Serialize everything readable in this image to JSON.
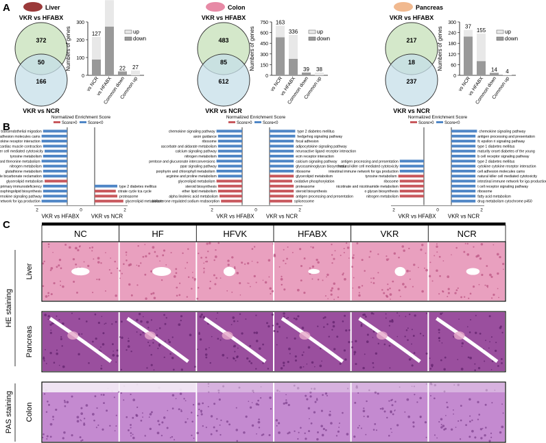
{
  "panels": {
    "a": "A",
    "b": "B",
    "c": "C"
  },
  "venn_groups": [
    {
      "organ": "Liver",
      "organ_icon": "liver-icon",
      "organ_color": "#9b3a3a",
      "label_top": "VKR vs HFABX",
      "label_bottom": "VKR vs NCR",
      "top_only": "372",
      "overlap": "50",
      "bottom_only": "166"
    },
    {
      "organ": "Colon",
      "organ_icon": "colon-icon",
      "organ_color": "#e78aa6",
      "label_top": "VKR vs HFABX",
      "label_bottom": "VKR vs NCR",
      "top_only": "483",
      "overlap": "85",
      "bottom_only": "612"
    },
    {
      "organ": "Pancreas",
      "organ_icon": "pancreas-icon",
      "organ_color": "#f1b98f",
      "label_top": "VKR vs HFABX",
      "label_bottom": "VKR vs NCR",
      "top_only": "217",
      "overlap": "18",
      "bottom_only": "237"
    }
  ],
  "chart_data": [
    {
      "type": "bar",
      "organ": "Liver",
      "ylabel": "Numbers of genes",
      "ylim": [
        0,
        300
      ],
      "yticks": [
        0,
        100,
        200,
        300
      ],
      "categories": [
        "vs NCR",
        "vs HFABX",
        "Common down",
        "Common up"
      ],
      "series": [
        {
          "name": "up",
          "color": "#e8e8e8",
          "values": [
            127,
            148,
            0,
            27
          ]
        },
        {
          "name": "down",
          "color": "#999999",
          "values": [
            89,
            274,
            22,
            0
          ]
        }
      ],
      "legend_position": "top-right"
    },
    {
      "type": "bar",
      "organ": "Colon",
      "ylabel": "Numbers of genes",
      "ylim": [
        0,
        750
      ],
      "yticks": [
        0,
        150,
        300,
        450,
        600,
        750
      ],
      "categories": [
        "vs NCR",
        "vs HFABX",
        "Common down",
        "Common up"
      ],
      "series": [
        {
          "name": "up",
          "color": "#e8e8e8",
          "values": [
            163,
            336,
            0,
            38
          ]
        },
        {
          "name": "down",
          "color": "#999999",
          "values": [
            534,
            232,
            39,
            0
          ]
        }
      ],
      "legend_position": "top-right"
    },
    {
      "type": "bar",
      "organ": "Pancreas",
      "ylabel": "Numbers of genes",
      "ylim": [
        0,
        300
      ],
      "yticks": [
        0,
        60,
        120,
        180,
        240,
        300
      ],
      "categories": [
        "vs NCR",
        "vs HFABX",
        "Common down",
        "Common up"
      ],
      "series": [
        {
          "name": "up",
          "color": "#e8e8e8",
          "values": [
            37,
            155,
            0,
            4
          ]
        },
        {
          "name": "down",
          "color": "#999999",
          "values": [
            218,
            80,
            14,
            0
          ]
        }
      ],
      "legend_position": "top-right"
    },
    {
      "type": "bar",
      "orientation": "horizontal",
      "organ": "Liver",
      "title": "Normalized Enrichment Score",
      "legend": [
        "Score>0",
        "Score<0"
      ],
      "xlim": [
        -2,
        2
      ],
      "xticks": [
        2,
        0,
        2
      ],
      "left_label": "VKR vs HFABX",
      "right_label": "VKR vs NCR",
      "series_colors": {
        "pos": "#c8585d",
        "neg": "#4f86c6"
      },
      "left_pathways": [
        {
          "label": "leukocyte transendothelial migration",
          "value": -1.6
        },
        {
          "label": "cell adhesion molecules cams",
          "value": -1.7
        },
        {
          "label": "cytokine cytokine receptor interaction",
          "value": -1.7
        },
        {
          "label": "cardiac muscle contraction",
          "value": -1.6
        },
        {
          "label": "natural killer cell mediated cytotoxicity",
          "value": -1.5
        },
        {
          "label": "tyrosine metabolism",
          "value": -1.6
        },
        {
          "label": "glycine serine and threonine metabolism",
          "value": -1.7
        },
        {
          "label": "nitrogen metabolism",
          "value": -1.6
        },
        {
          "label": "glutathione metabolism",
          "value": -1.6
        },
        {
          "label": "proximal tubule bicarbonate reclamation",
          "value": -1.6
        },
        {
          "label": "glycerolipid metabolism",
          "value": 1.5
        },
        {
          "label": "primary immunodeficiency",
          "value": -1.6
        },
        {
          "label": "glycosphingolipid biosynthesis",
          "value": -1.6
        },
        {
          "label": "chemokine signaling pathway",
          "value": -1.6
        },
        {
          "label": "intestinal immune network for iga production",
          "value": -1.7
        }
      ],
      "right_pathways": [
        {
          "label": "type 2 diabetes mellitus",
          "value": -1.5,
          "row": 11
        },
        {
          "label": "citrate cycle tca cycle",
          "value": 1.4,
          "row": 12
        },
        {
          "label": "proteasome",
          "value": 1.5,
          "row": 13
        },
        {
          "label": "glycerolipid metabolism",
          "value": 1.9,
          "row": 14
        }
      ]
    },
    {
      "type": "bar",
      "orientation": "horizontal",
      "organ": "Colon",
      "title": "Normalized Enrichment Score",
      "legend": [
        "Score>0",
        "Score<0"
      ],
      "xlim": [
        -2,
        2
      ],
      "xticks": [
        2,
        0,
        2
      ],
      "left_label": "VKR vs HFABX",
      "right_label": "VKR vs NCR",
      "series_colors": {
        "pos": "#c8585d",
        "neg": "#4f86c6"
      },
      "left_pathways": [
        {
          "label": "chemokine signaling pathway",
          "value": -1.7
        },
        {
          "label": "axon guidance",
          "value": -1.6
        },
        {
          "label": "ribosome",
          "value": -1.6
        },
        {
          "label": "ascorbate and aldarate metabolism",
          "value": -1.6
        },
        {
          "label": "calcium signaling pathway",
          "value": -1.6
        },
        {
          "label": "nitrogen metabolism",
          "value": -1.6
        },
        {
          "label": "pentose and glucuronate interconversions",
          "value": -1.7
        },
        {
          "label": "ppar signaling pathway",
          "value": -1.6
        },
        {
          "label": "porphyrin and chlorophyll metabolism",
          "value": -1.7
        },
        {
          "label": "arginine and proline metabolism",
          "value": -1.6
        },
        {
          "label": "glycerolipid metabolism",
          "value": 1.7
        },
        {
          "label": "steroid biosynthesis",
          "value": 1.6
        },
        {
          "label": "ether lipid metabolism",
          "value": 1.6
        },
        {
          "label": "alpha linolenic acid metabolism",
          "value": 1.5
        },
        {
          "label": "aldosterone regulated sodium reabsorption",
          "value": 1.4
        }
      ],
      "right_pathways": [
        {
          "label": "type 2 diabetes mellitus",
          "value": -1.7,
          "row": 0
        },
        {
          "label": "hedgehog signaling pathway",
          "value": -1.7,
          "row": 1
        },
        {
          "label": "focal adhesion",
          "value": -1.6,
          "row": 2
        },
        {
          "label": "adipocytokine signaling pathway",
          "value": -1.6,
          "row": 3
        },
        {
          "label": "neuroactive ligand receptor interaction",
          "value": -1.6,
          "row": 4
        },
        {
          "label": "ecm receptor interaction",
          "value": -1.6,
          "row": 5
        },
        {
          "label": "calcium signaling pathway",
          "value": -1.6,
          "row": 6
        },
        {
          "label": "glycosaminoglycan biosynthesis",
          "value": -1.6,
          "row": 7
        },
        {
          "label": "ribosome",
          "value": -1.6,
          "row": 8
        },
        {
          "label": "glycerolipid metabolism",
          "value": 1.6,
          "row": 9
        },
        {
          "label": "oxidative phosphorylation",
          "value": 1.5,
          "row": 10
        },
        {
          "label": "proteasome",
          "value": 1.6,
          "row": 11
        },
        {
          "label": "steroid biosynthesis",
          "value": 1.6,
          "row": 12
        },
        {
          "label": "antigen processing and presentation",
          "value": 1.6,
          "row": 13
        },
        {
          "label": "spliceosome",
          "value": 1.5,
          "row": 14
        }
      ]
    },
    {
      "type": "bar",
      "orientation": "horizontal",
      "organ": "Pancreas",
      "title": "Normalized Enrichment Score",
      "legend": [
        "Score>0",
        "Score<0"
      ],
      "xlim": [
        -2,
        2
      ],
      "xticks": [
        2,
        0,
        2
      ],
      "left_label": "VKR vs HFABX",
      "right_label": "VKR vs NCR",
      "series_colors": {
        "pos": "#c8585d",
        "neg": "#4f86c6"
      },
      "left_pathways": [
        {
          "label": "antigen processing and presentation",
          "value": -1.6,
          "row": 6
        },
        {
          "label": "natural killer cell mediated cytotoxicity",
          "value": -1.6,
          "row": 7
        },
        {
          "label": "intestinal immune network for iga production",
          "value": -1.6,
          "row": 8
        },
        {
          "label": "tyrosine metabolism",
          "value": 1.7,
          "row": 9
        },
        {
          "label": "ribosome",
          "value": 1.6,
          "row": 10
        },
        {
          "label": "nicotinate and nicotinamide metabolism",
          "value": 1.6,
          "row": 11
        },
        {
          "label": "o glycan biosynthesis",
          "value": 1.6,
          "row": 12
        },
        {
          "label": "nitrogen metabolism",
          "value": 1.6,
          "row": 13
        }
      ],
      "right_pathways": [
        {
          "label": "chemokine signaling pathway",
          "value": -1.7,
          "row": 0
        },
        {
          "label": "antigen processing and presentation",
          "value": -1.6,
          "row": 1
        },
        {
          "label": "fc epsilon ri signaling pathway",
          "value": -1.6,
          "row": 2
        },
        {
          "label": "type 1 diabetes mellitus",
          "value": -1.6,
          "row": 3
        },
        {
          "label": "maturity onset diabetes of the young",
          "value": -1.6,
          "row": 4
        },
        {
          "label": "b cell receptor signaling pathway",
          "value": -1.6,
          "row": 5
        },
        {
          "label": "type 2 diabetes mellitus",
          "value": -1.6,
          "row": 6
        },
        {
          "label": "cytokine cytokine receptor interaction",
          "value": -1.6,
          "row": 7
        },
        {
          "label": "cell adhesion molecules cams",
          "value": -1.6,
          "row": 8
        },
        {
          "label": "natural killer cell mediated cytotoxicity",
          "value": -1.6,
          "row": 9
        },
        {
          "label": "intestinal immune network for iga production",
          "value": -1.6,
          "row": 10
        },
        {
          "label": "t cell receptor signaling pathway",
          "value": -1.6,
          "row": 11
        },
        {
          "label": "ribosome",
          "value": -1.6,
          "row": 12
        },
        {
          "label": "fatty acid metabolism",
          "value": -1.6,
          "row": 13
        },
        {
          "label": "drug metabolism cytochrome p450",
          "value": -1.6,
          "row": 14
        }
      ]
    }
  ],
  "histology": {
    "columns": [
      "NC",
      "HF",
      "HFVK",
      "HFABX",
      "VKR",
      "NCR"
    ],
    "rows": [
      {
        "name": "Liver",
        "fill": "#e9a0bf",
        "dot": "#b8507f",
        "vessel": "#ffffff"
      },
      {
        "name": "Pancreas",
        "fill": "#9a4f9e",
        "dot": "#5e1f69",
        "vessel": "#ffffff"
      },
      {
        "name": "Colon",
        "fill": "#c48ad0",
        "dot": "#7b3d8a",
        "vessel": "#f5edf6"
      }
    ],
    "group_labels": [
      "HE staining",
      "PAS staining"
    ]
  }
}
